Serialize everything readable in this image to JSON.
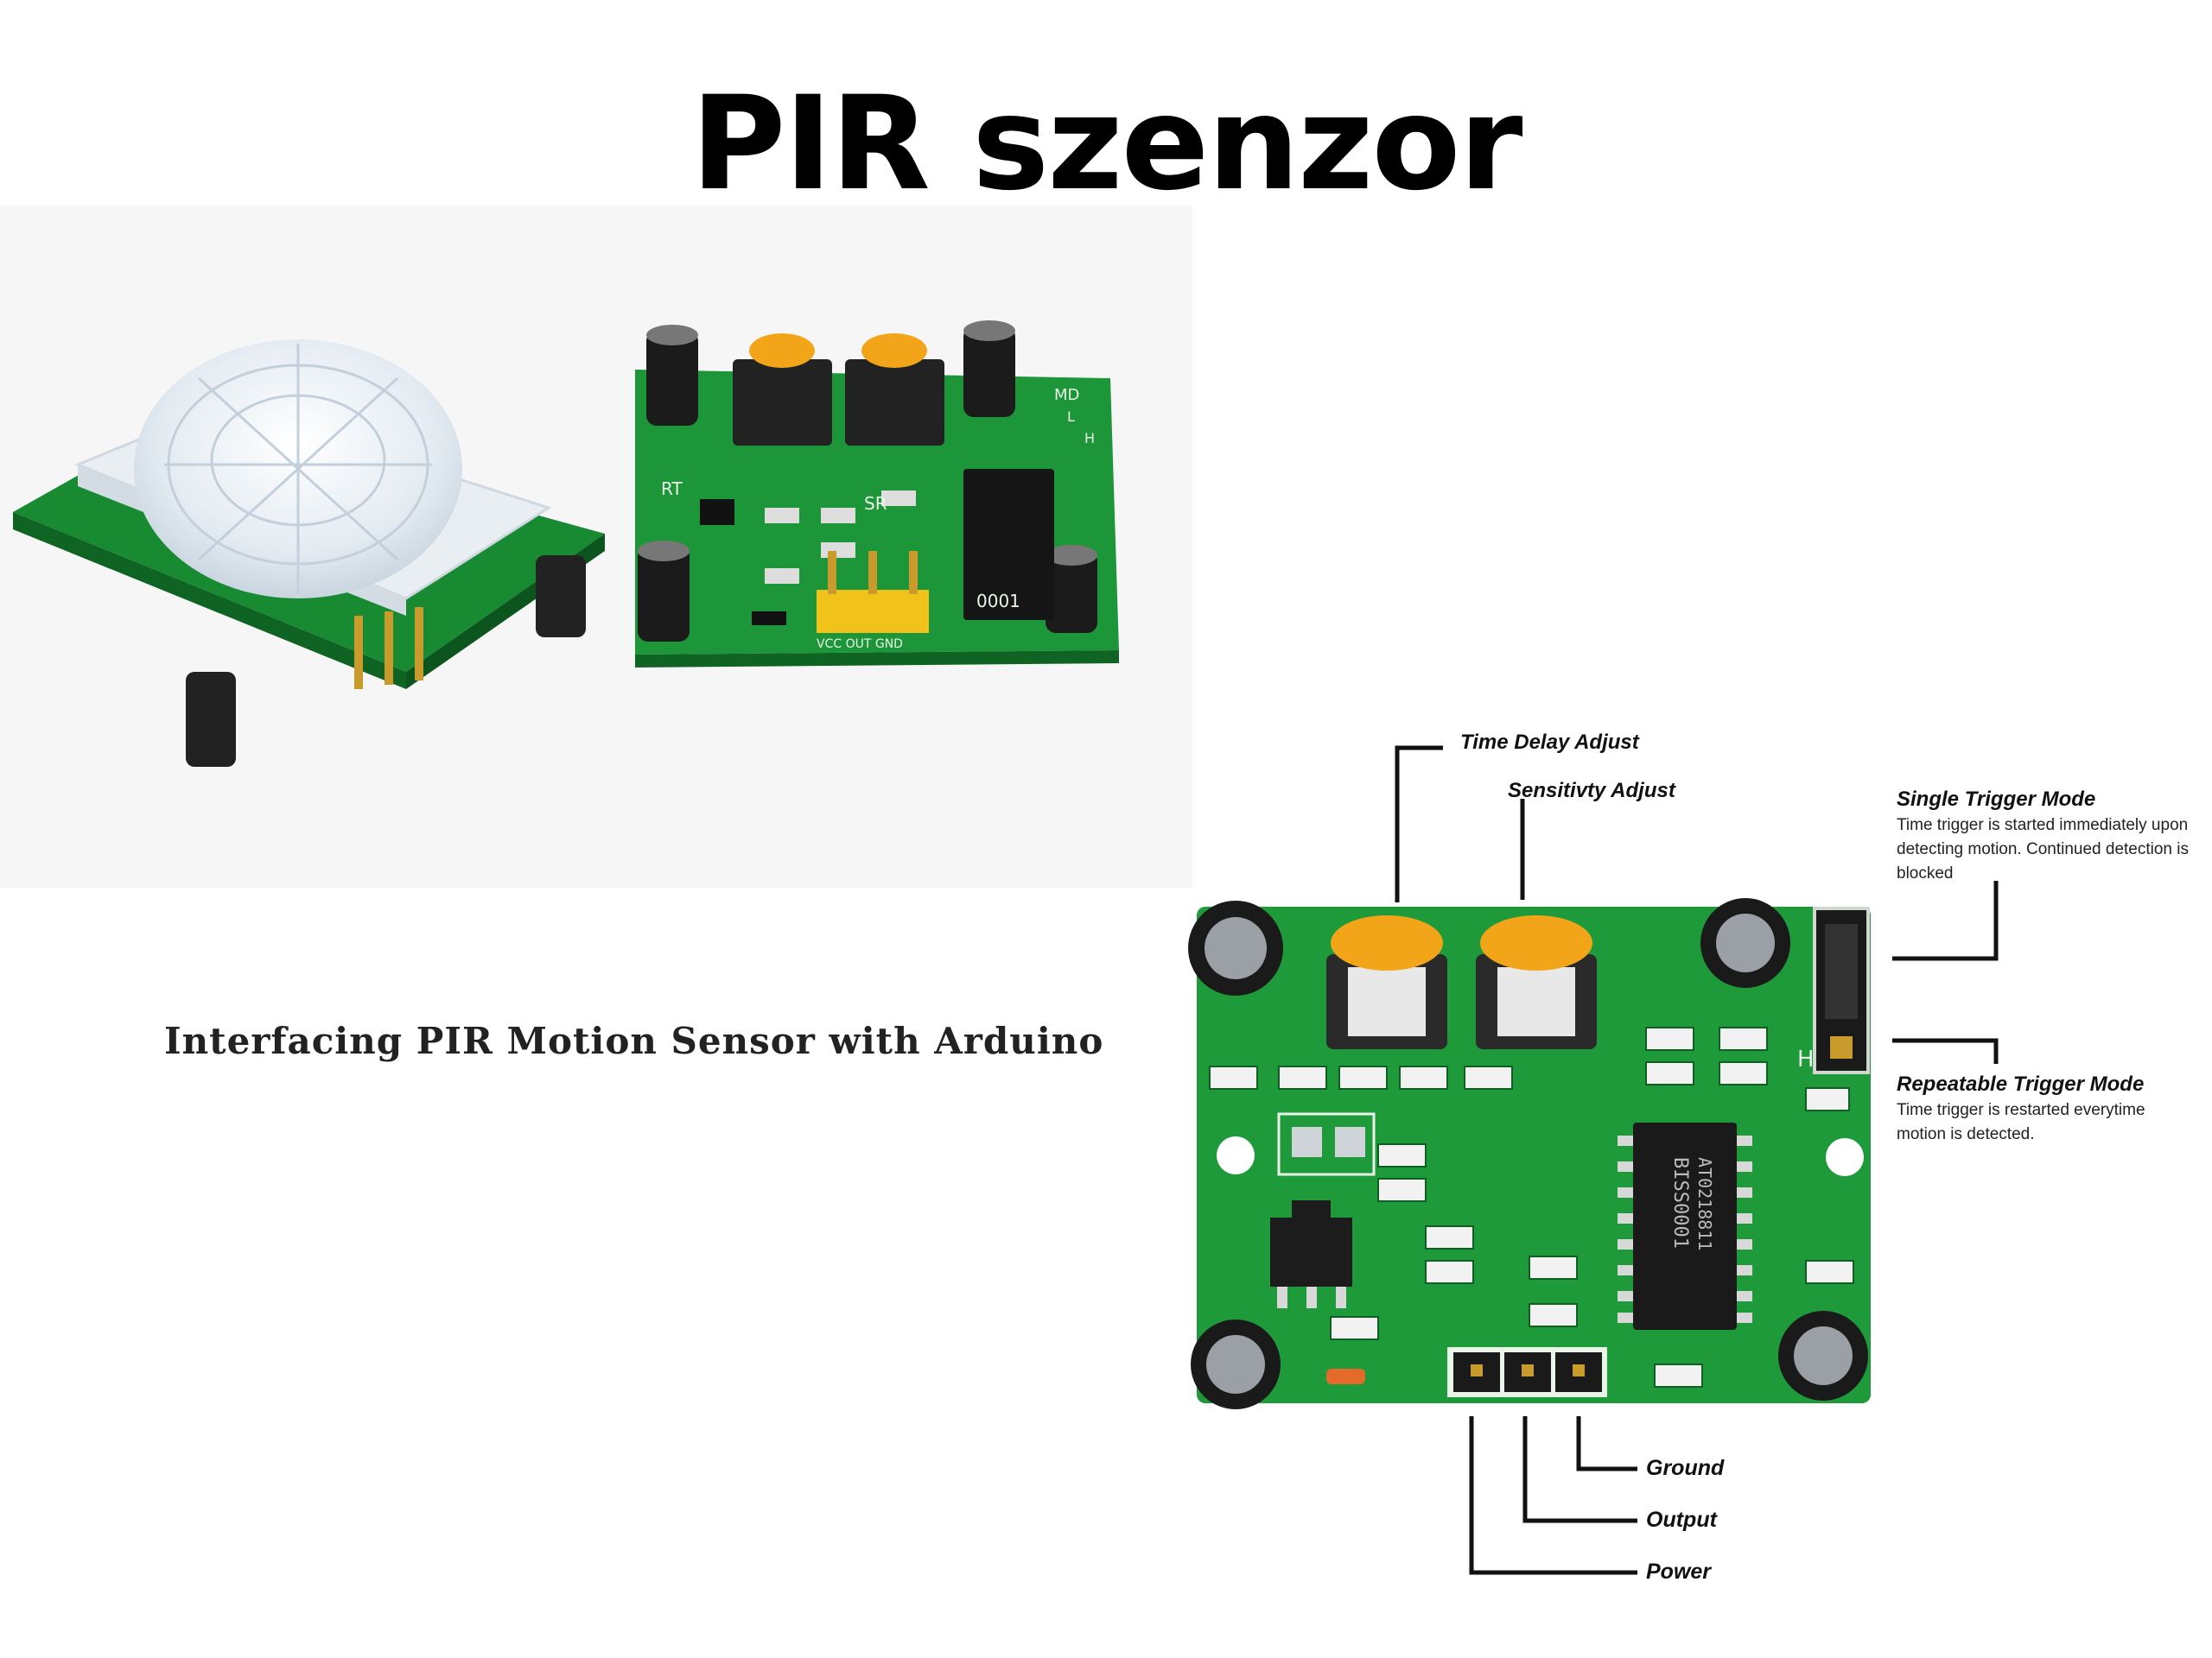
{
  "title": "PIR szenzor",
  "photo": {
    "caption": "Interfacing PIR Motion Sensor with Arduino",
    "silkscreen": {
      "md": "MD",
      "rt": "RT",
      "sr": "SR",
      "pins": "VCC  OUT  GND",
      "code": "0001",
      "l": "L",
      "h": "H"
    }
  },
  "diagram": {
    "labels": {
      "time_delay": "Time Delay Adjust",
      "sensitivity": "Sensitivty Adjust",
      "single_trigger_title": "Single Trigger Mode",
      "single_trigger_desc": "Time trigger is started immediately upon detecting motion. Continued detection is blocked",
      "repeatable_trigger_title": "Repeatable Trigger Mode",
      "repeatable_trigger_desc": "Time trigger is restarted everytime motion is detected.",
      "ground": "Ground",
      "output": "Output",
      "power": "Power"
    },
    "silkscreen": {
      "chip_line1": "BISS0001",
      "chip_line2": "AT0218811",
      "h": "H"
    }
  },
  "colors": {
    "pcb_green": "#1f9a3a",
    "pcb_dark": "#146b28",
    "pot_orange": "#f3a51a",
    "header_yellow": "#f0c21a",
    "dome": "#e6eef4"
  }
}
